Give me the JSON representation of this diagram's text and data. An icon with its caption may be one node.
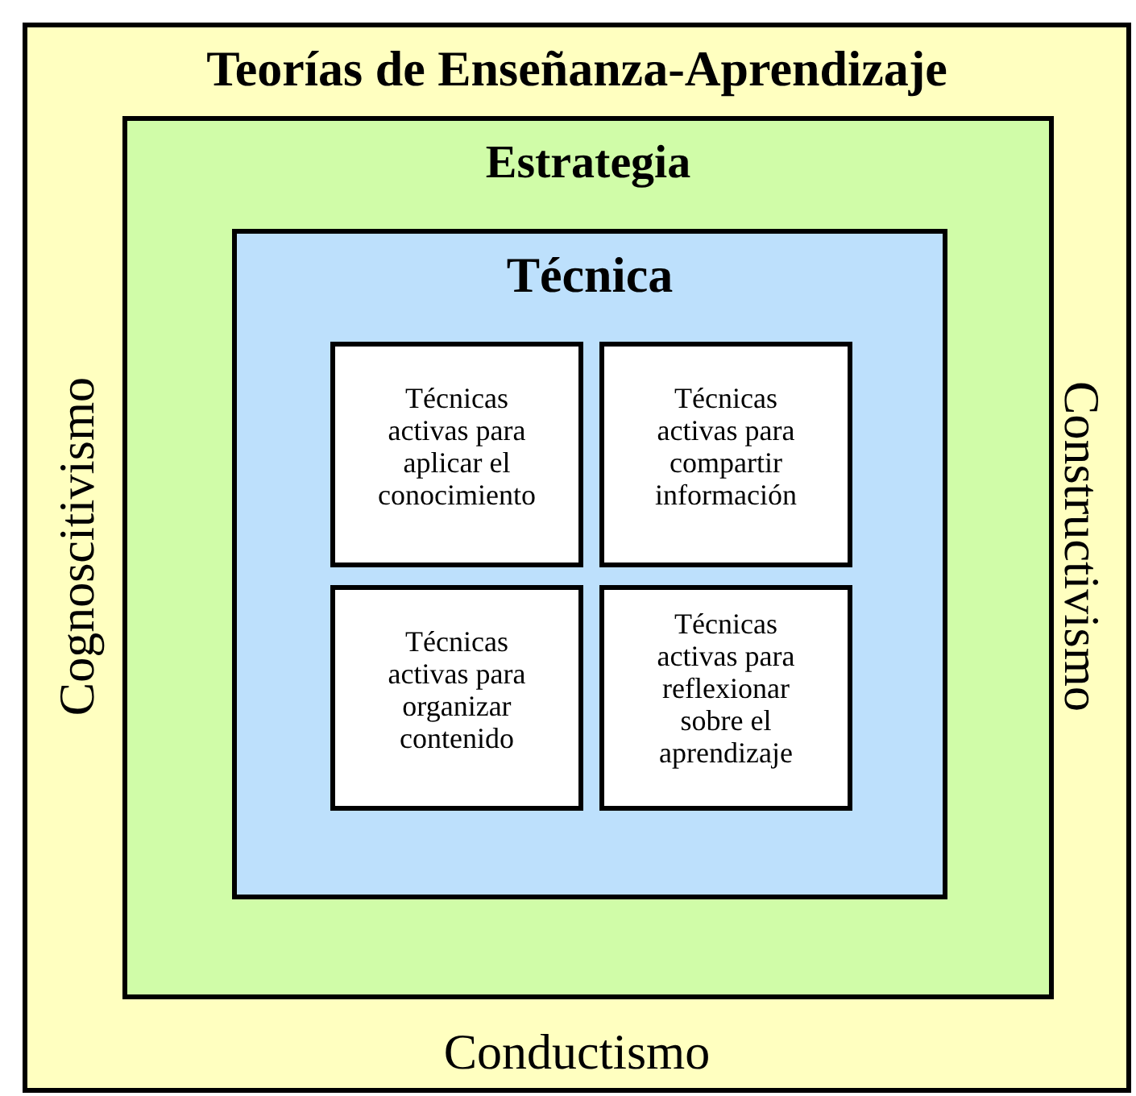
{
  "diagram": {
    "nodes": [
      {
        "text": [
          "Teorías de Enseñanza-Aprendizaje",
          "Cognoscitivismo",
          "Constructivismo",
          "Conductismo"
        ]
      },
      {
        "text": [
          "Estrategia"
        ],
        "in": 0
      },
      {
        "text": [
          "Técnica"
        ],
        "in": 1
      },
      {
        "text": [
          "Técnicas activas para aplicar el conocimiento"
        ],
        "in": 2
      },
      {
        "text": [
          "Técnicas activas para compartir información"
        ],
        "in": 2
      },
      {
        "text": [
          "Técnicas activas para organizar contenido"
        ],
        "in": 2
      },
      {
        "text": [
          "Técnicas activas para reflexionar sobre el aprendizaje"
        ],
        "in": 2
      }
    ]
  }
}
